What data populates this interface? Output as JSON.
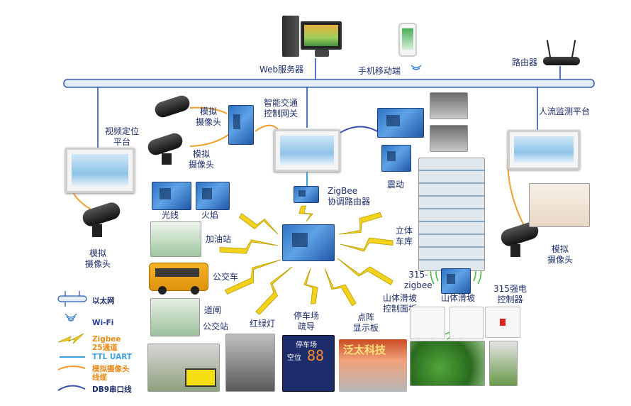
{
  "top": {
    "web_server": "Web服务器",
    "mobile": "手机移动端",
    "router": "路由器"
  },
  "nodes": {
    "video_platform": [
      "视频定位",
      "平台"
    ],
    "analog_cam_a": [
      "模拟",
      "摄像头"
    ],
    "analog_cam_b": [
      "模拟",
      "摄像头"
    ],
    "analog_cam_left": [
      "模拟",
      "摄像头"
    ],
    "analog_cam_right": [
      "模拟",
      "摄像头"
    ],
    "gateway": [
      "智能交通",
      "控制网关"
    ],
    "people_flow": "人流监测平台",
    "zigbee_router": [
      "ZigBee",
      "协调路由器"
    ],
    "vibration": "震动",
    "light": "光线",
    "flame": "火焰",
    "gas_station": "加油站",
    "bus": "公交车",
    "barrier": "道闸",
    "bus_stop": "公交站",
    "traffic_light": "红绿灯",
    "parking_guide": [
      "停车场",
      "疏导"
    ],
    "dot_matrix": [
      "点阵",
      "显示板"
    ],
    "garage": [
      "立体",
      "车库"
    ],
    "zigbee315": [
      "315-",
      "zigbee"
    ],
    "landslide_panel": [
      "山体滑坡",
      "控制面板"
    ],
    "landslide": "山体滑坡",
    "power315": [
      "315强电",
      "控制器"
    ]
  },
  "legend": {
    "ethernet": "以太网",
    "wifi": "Wi-Fi",
    "zigbee": [
      "Zigbee",
      "25通道"
    ],
    "ttl": "TTL UART",
    "analog_cable": [
      "模拟摄像头",
      "线缆"
    ],
    "db9": "DB9串口线"
  },
  "photo_text": {
    "parking_sign": "停车场",
    "parking_slots": "空位",
    "parking_digits": "88",
    "dot_matrix_text": "泛太科技"
  },
  "colors": {
    "ethernet": "#1a49b8",
    "zigbee": "#f2d21b",
    "ttl": "#3e9fe0",
    "analog": "#f0a030",
    "db9": "#3a4fa8",
    "label": "#1d2d6b"
  }
}
